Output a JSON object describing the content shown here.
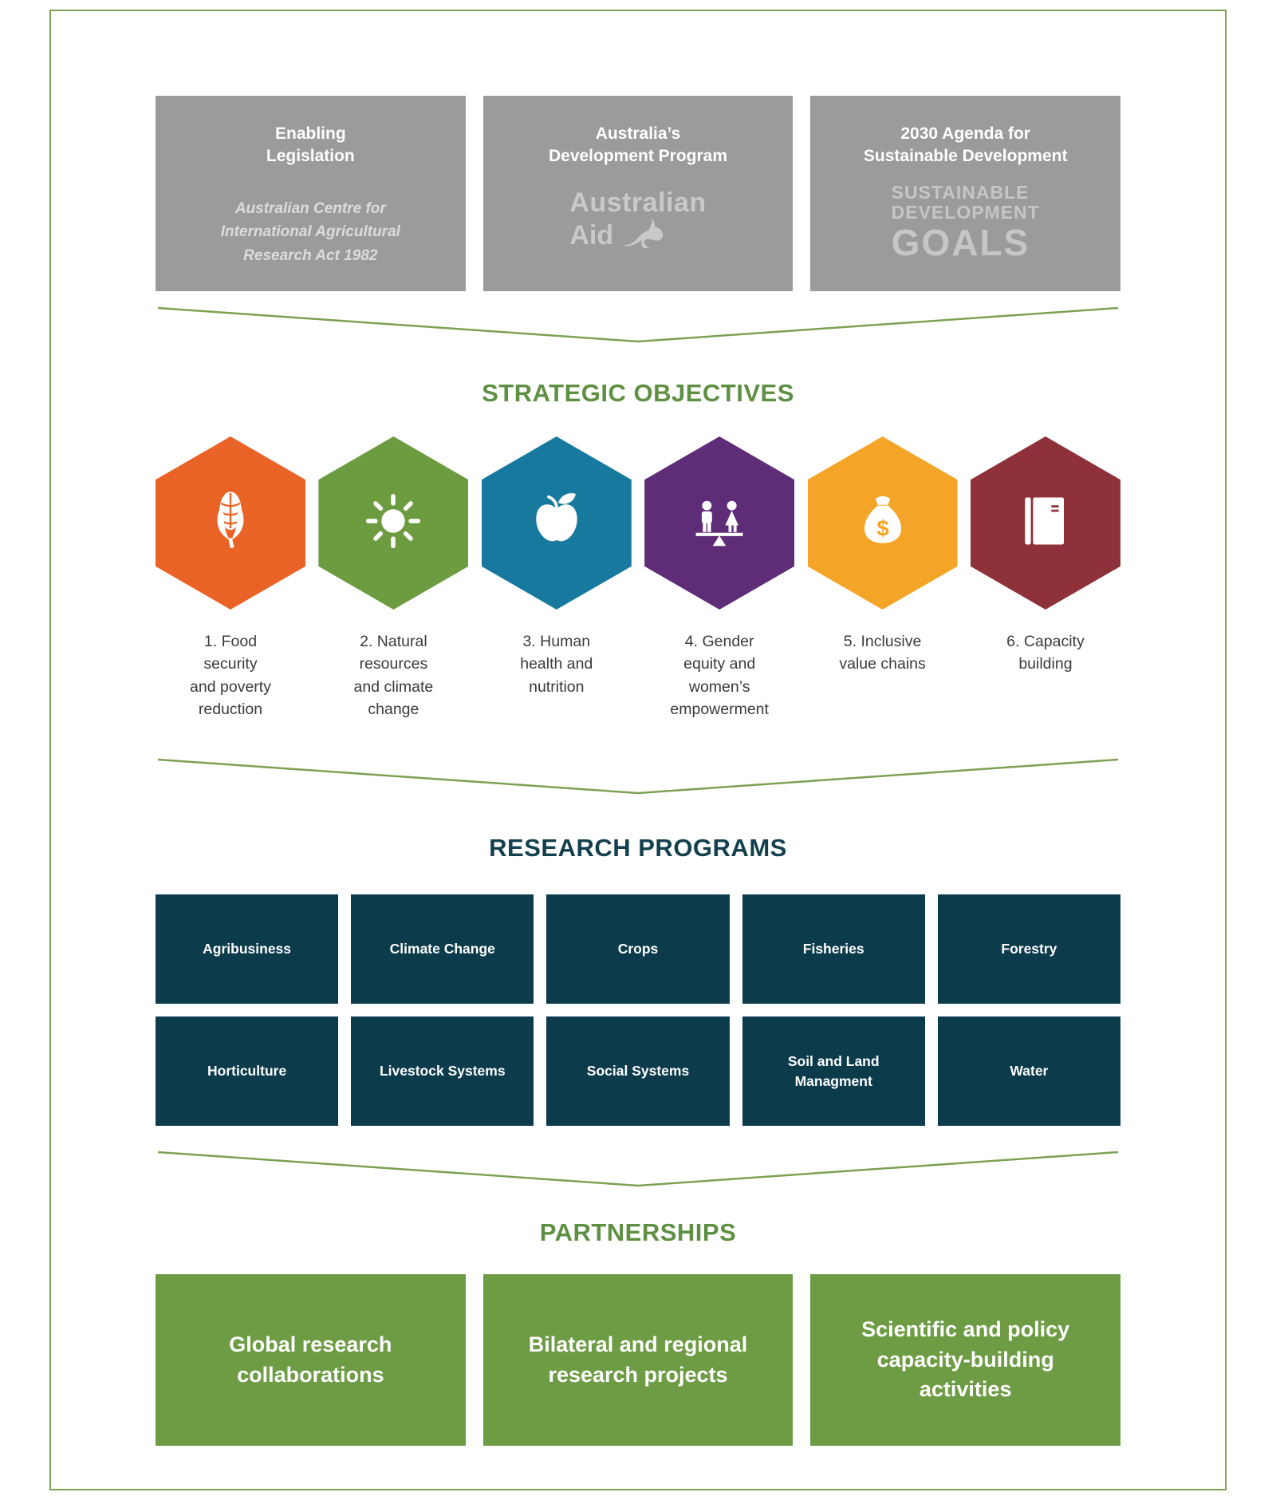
{
  "frame_color": "#7DA153",
  "header": {
    "boxes": [
      {
        "title": "Enabling\nLegislation",
        "subtitle": "Australian Centre for\nInternational Agricultural\nResearch Act 1982"
      },
      {
        "title": "Australia’s\nDevelopment Program",
        "logo_line1": "Australian",
        "logo_line2": "Aid",
        "logo_icon": "kangaroo-icon"
      },
      {
        "title": "2030 Agenda for\nSustainable Development",
        "logo_line1": "SUSTAINABLE",
        "logo_line2": "DEVELOPMENT",
        "logo_line3": "GOALS"
      }
    ]
  },
  "strategic_objectives": {
    "title": "STRATEGIC OBJECTIVES",
    "title_color": "#5E9043",
    "items": [
      {
        "label": "1. Food\nsecurity\nand poverty\nreduction",
        "color": "#E96327",
        "icon": "corn-icon"
      },
      {
        "label": "2. Natural\nresources\nand climate\nchange",
        "color": "#6D9B3F",
        "icon": "sun-icon"
      },
      {
        "label": "3. Human\nhealth and\nnutrition",
        "color": "#17799E",
        "icon": "apple-icon"
      },
      {
        "label": "4. Gender\nequity and\nwomen’s\nempowerment",
        "color": "#5F2C77",
        "icon": "gender-balance-icon"
      },
      {
        "label": "5. Inclusive\nvalue chains",
        "color": "#F4A427",
        "icon": "money-bag-icon"
      },
      {
        "label": "6. Capacity\nbuilding",
        "color": "#8E313A",
        "icon": "book-icon"
      }
    ]
  },
  "research_programs": {
    "title": "RESEARCH PROGRAMS",
    "title_color": "#14404E",
    "box_color": "#0C3B4B",
    "items": [
      "Agribusiness",
      "Climate Change",
      "Crops",
      "Fisheries",
      "Forestry",
      "Horticulture",
      "Livestock Systems",
      "Social Systems",
      "Soil and Land\nManagment",
      "Water"
    ]
  },
  "partnerships": {
    "title": "PARTNERSHIPS",
    "title_color": "#5E9043",
    "box_color": "#6E9C44",
    "items": [
      "Global research\ncollaborations",
      "Bilateral and regional\nresearch projects",
      "Scientific and policy\ncapacity-building activities"
    ]
  }
}
